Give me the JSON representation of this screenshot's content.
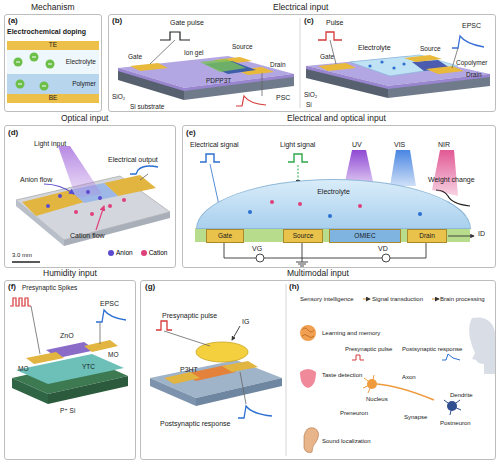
{
  "diagram": {
    "nodes": [
      {
        "text": [
          "Mechanism"
        ]
      },
      {
        "text": [
          "TE"
        ],
        "in": 0
      },
      {
        "text": [
          "Electrolyte"
        ],
        "in": 0
      },
      {
        "text": [
          "Polymer"
        ],
        "in": 0
      },
      {
        "text": [
          "BE"
        ],
        "in": 0
      },
      {
        "text": [
          "Electrical input"
        ]
      },
      {
        "text": [
          "Optical input"
        ]
      },
      {
        "text": [
          "Electrical and optical input"
        ]
      },
      {
        "text": [
          "Electrolyte"
        ],
        "in": 7
      },
      {
        "text": [
          "Gate"
        ],
        "in": 7
      },
      {
        "text": [
          "Source"
        ],
        "in": 7
      },
      {
        "text": [
          "OMIEC"
        ],
        "in": 7
      },
      {
        "text": [
          "Drain"
        ],
        "in": 7
      },
      {
        "text": [
          "Humidity input"
        ]
      },
      {
        "text": [
          "Multimodal input"
        ]
      }
    ],
    "labels": [
      "(a)",
      "Electrochemical doping",
      "(b)",
      "Gate pulse",
      "Gate",
      "Ion gel",
      "Source",
      "PDPP3T",
      "Drain",
      "SiO₂",
      "Si substrate",
      "PSC",
      "(c)",
      "Pulse",
      "Electrolyte",
      "EPSC",
      "Gate",
      "Source",
      "Copolymer",
      "Drain",
      "SiO₂",
      "Si",
      "(d)",
      "Light input",
      "Electrical output",
      "Anion flow",
      "Cation flow",
      "3.0 mm",
      "(e)",
      "Electrical signal",
      "Light signal",
      "UV",
      "VIS",
      "NIR",
      "Weight change",
      "VG",
      "VD",
      "ID",
      "(f)",
      "Presynaptic Spikes",
      "ZnO",
      "EPSC",
      "MO",
      "MO",
      "YTC",
      "P⁺ Si",
      "(g)",
      "Presynaptic pulse",
      "IG",
      "P3HT",
      "Postsynaptic response",
      "(h)",
      "Sensory intelligence",
      "Signal transduction",
      "Brain processing",
      "Learning and memory",
      "Presynaptic pulse",
      "Postsynaptic response",
      "Taste detection",
      "Preneuron",
      "Axon",
      "Nucleus",
      "Synapse",
      "Dendrite",
      "Postneuron",
      "Sound localization"
    ],
    "legend": [
      {
        "text": "Anion",
        "color": "#5b4bd0"
      },
      {
        "text": "Cation",
        "color": "#e0407a"
      }
    ]
  }
}
